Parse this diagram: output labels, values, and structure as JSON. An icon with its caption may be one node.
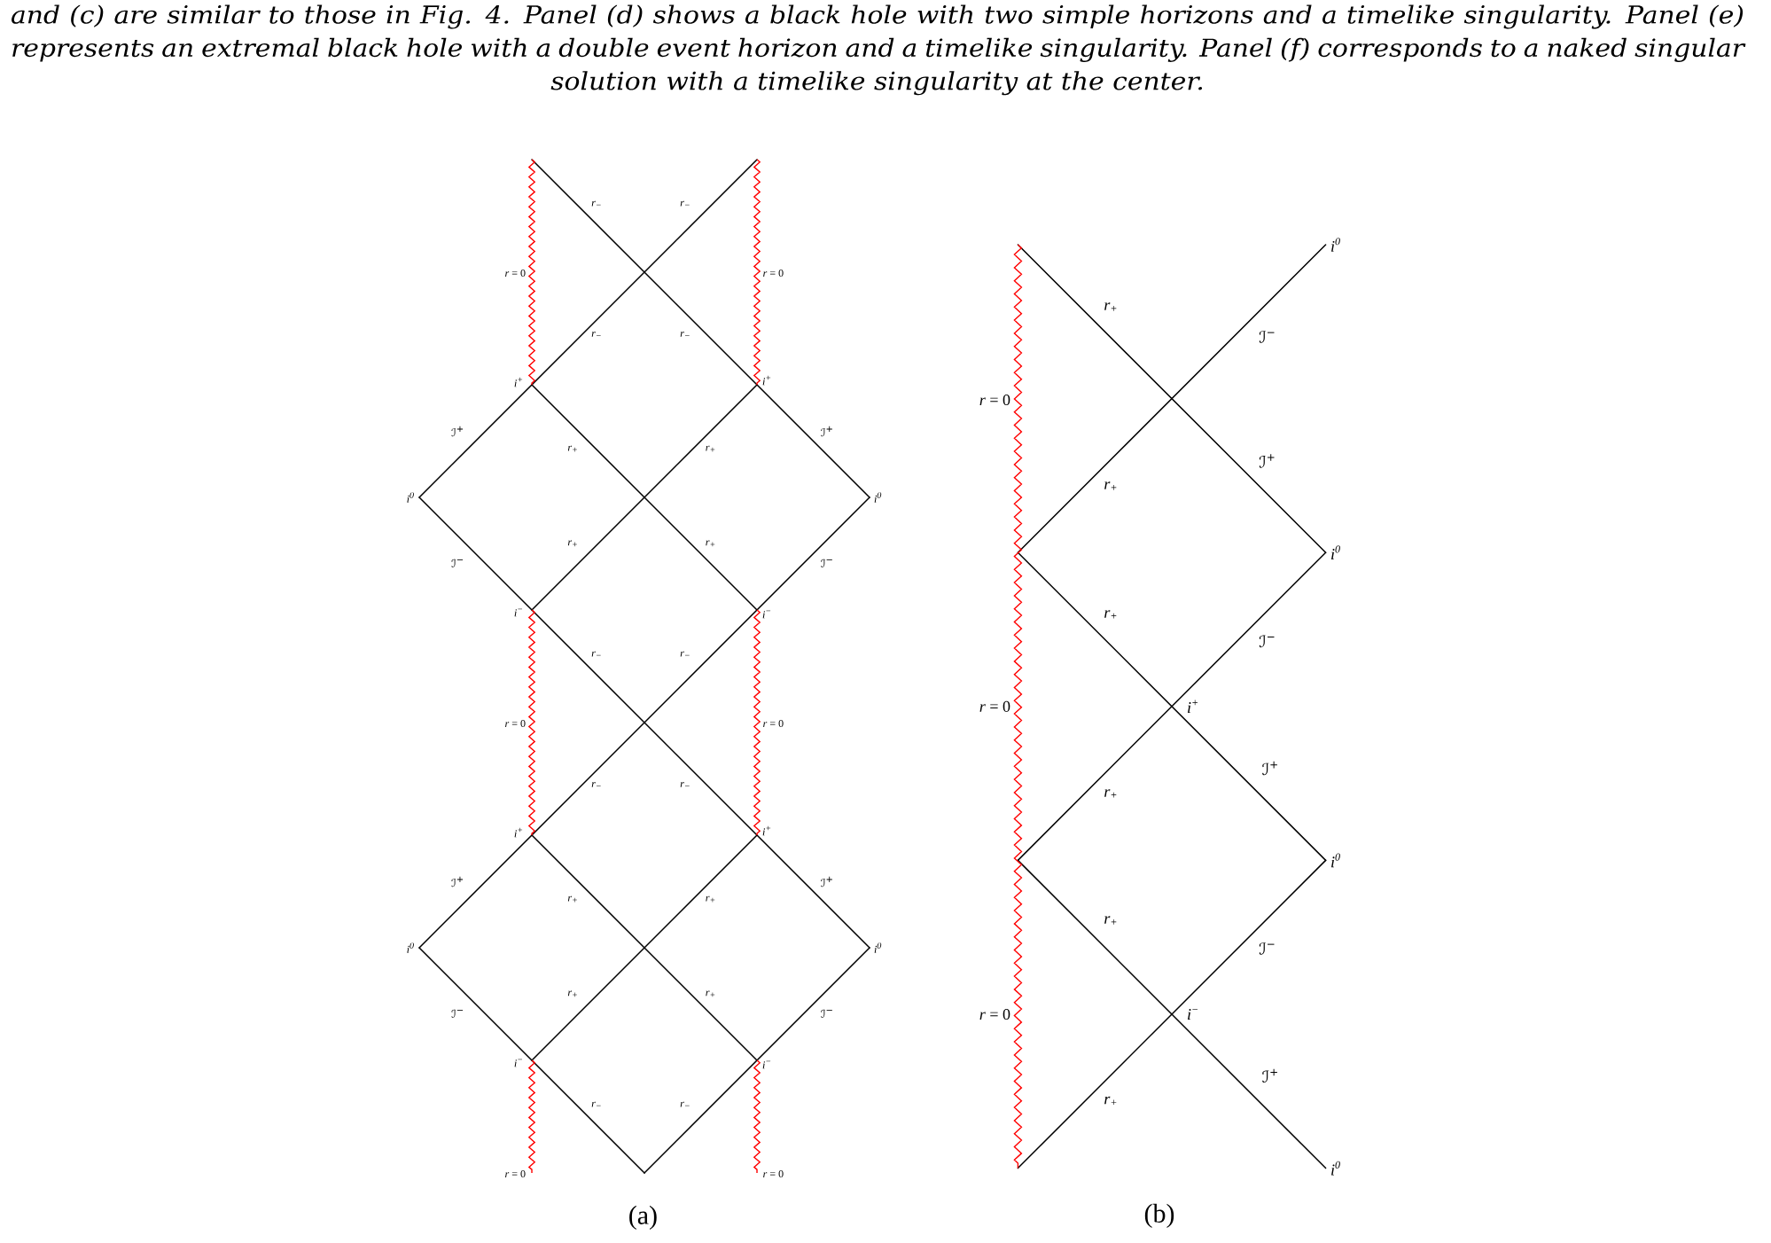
{
  "diagram": {
    "caption": "and (c) are similar to those in Fig. 4. Panel (d) shows a black hole with two simple horizons and a timelike singularity. Panel (e) represents an extremal black hole with a double event horizon and a timelike singularity. Panel (f) corresponds to a naked singular solution with a timelike singularity at the center.",
    "labels": [
      "r$_{−}$",
      "r$_{−}$",
      "*r* = 0",
      "*r* = 0",
      "r$_{−}$",
      "r$_{−}$",
      "i$^{+}$",
      "i$^{+}$",
      "ℐ$^{+}$",
      "ℐ$^{+}$",
      "r$_{+}$",
      "r$_{+}$",
      "i$^{0}$",
      "i$^{0}$",
      "r$_{+}$",
      "r$_{+}$",
      "ℐ$^{−}$",
      "ℐ$^{−}$",
      "i$^{−}$",
      "i$^{−}$",
      "r$_{−}$",
      "r$_{−}$",
      "*r* = 0",
      "*r* = 0",
      "r$_{−}$",
      "r$_{−}$",
      "i$^{+}$",
      "i$^{+}$",
      "ℐ$^{+}$",
      "ℐ$^{+}$",
      "r$_{+}$",
      "r$_{+}$",
      "i$^{0}$",
      "i$^{0}$",
      "r$_{+}$",
      "r$_{+}$",
      "ℐ$^{−}$",
      "ℐ$^{−}$",
      "i$^{−}$",
      "i$^{−}$",
      "r$_{−}$",
      "r$_{−}$",
      "*r* = 0",
      "*r* = 0",
      "(a)",
      "i$^{0}$",
      "r$_{+}$",
      "ℐ$^{−}$",
      "*r* = 0",
      "ℐ$^{+}$",
      "r$_{+}$",
      "i$^{0}$",
      "r$_{+}$",
      "ℐ$^{−}$",
      "*r* = 0",
      "i$^{+}$",
      "ℐ$^{+}$",
      "r$_{+}$",
      "i$^{0}$",
      "r$_{+}$",
      "ℐ$^{−}$",
      "*r* = 0",
      "i$^{−}$",
      "ℐ$^{+}$",
      "r$_{+}$",
      "i$^{0}$",
      "(b)"
    ]
  }
}
